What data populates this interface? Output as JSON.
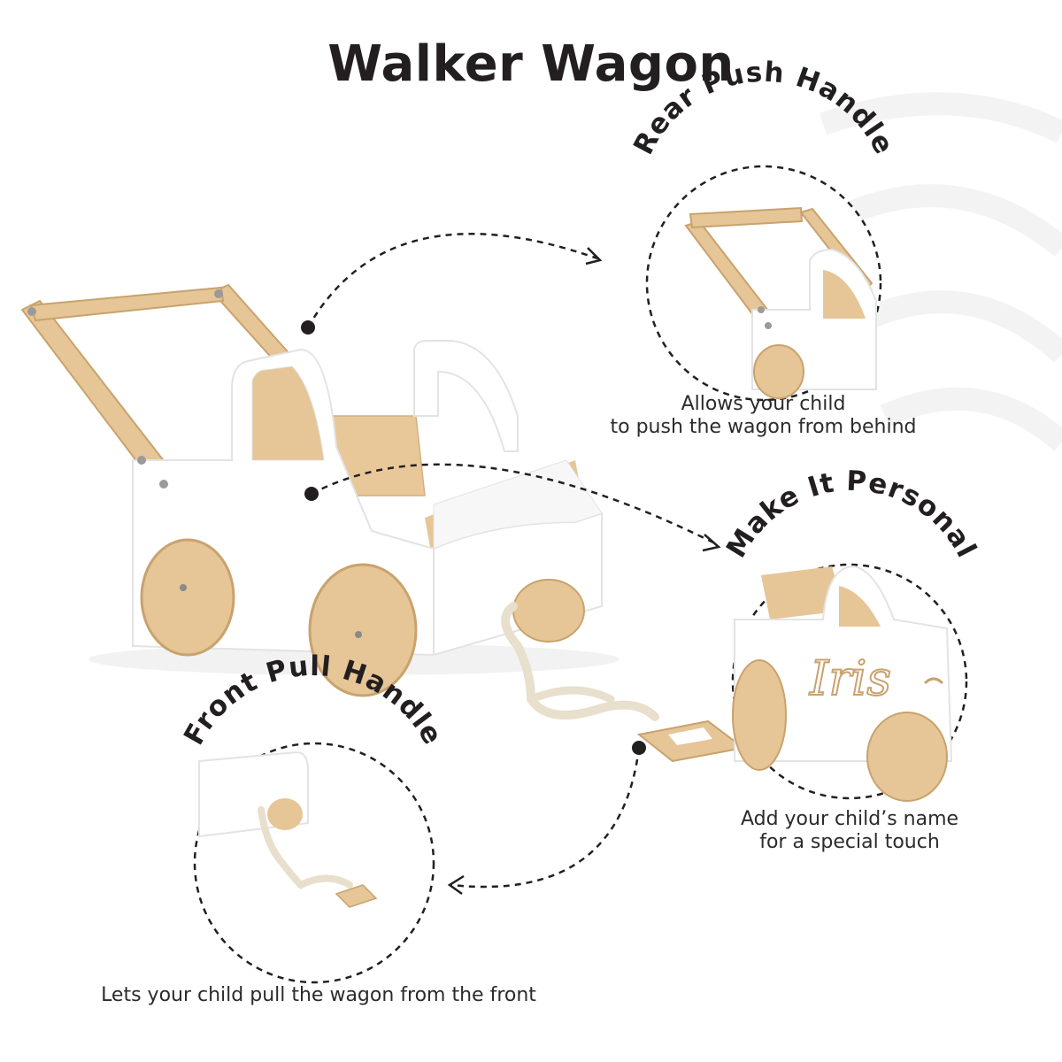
{
  "title": "Walker Wagon",
  "callouts": {
    "rear": {
      "heading": "Rear Push Handle",
      "caption_line1": "Allows your child",
      "caption_line2": "to push the wagon from behind"
    },
    "personal": {
      "heading": "Make It Personal",
      "engraving": "Iris",
      "caption_line1": "Add your child’s name",
      "caption_line2": "for a special touch"
    },
    "front": {
      "heading": "Front Pull Handle",
      "caption": "Lets your child pull the wagon from the front"
    }
  },
  "colors": {
    "wood": "#e6c596",
    "wood_dark": "#c9a26d",
    "white_panel": "#ffffff",
    "rope": "#e8dfcc",
    "text": "#231f20"
  }
}
